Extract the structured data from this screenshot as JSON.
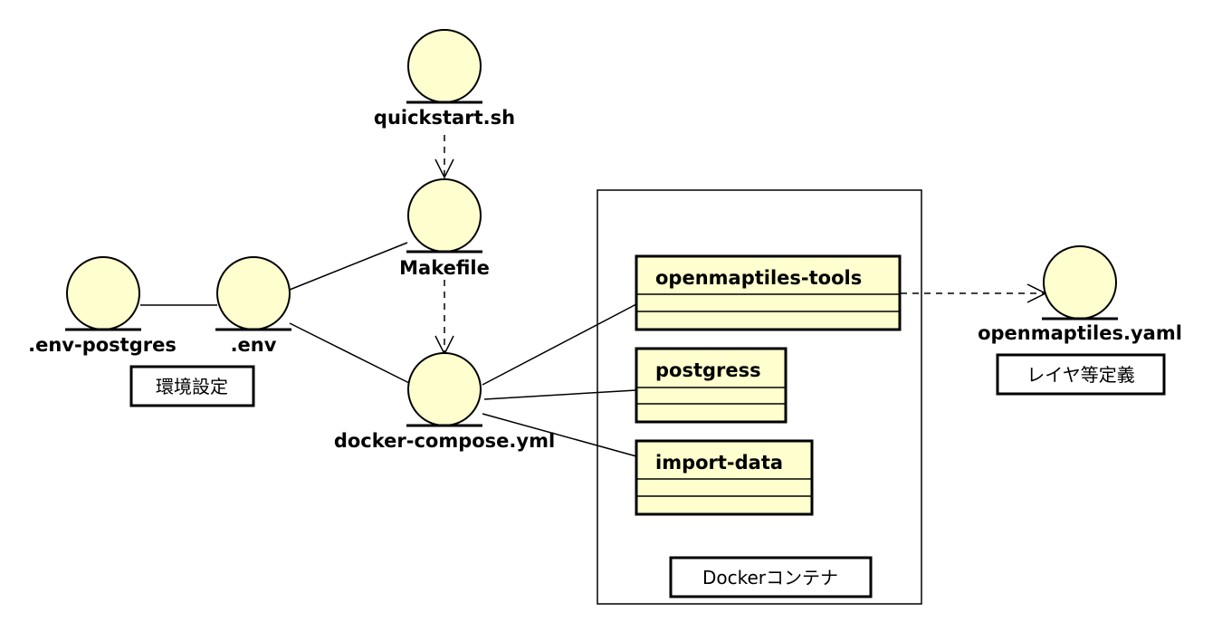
{
  "entities": {
    "quickstart": "quickstart.sh",
    "makefile": "Makefile",
    "env_postgres": ".env-postgres",
    "env": ".env",
    "docker_compose": "docker-compose.yml",
    "openmaptiles_yaml": "openmaptiles.yaml"
  },
  "notes": {
    "env_settings": "環境設定",
    "layer_definition": "レイヤ等定義",
    "docker_container": "Dockerコンテナ"
  },
  "containers": {
    "tools": "openmaptiles-tools",
    "postgres": "postgress",
    "import_data": "import-data"
  },
  "colors": {
    "fill": "#fefece",
    "stroke": "#000000",
    "background": "#ffffff"
  }
}
